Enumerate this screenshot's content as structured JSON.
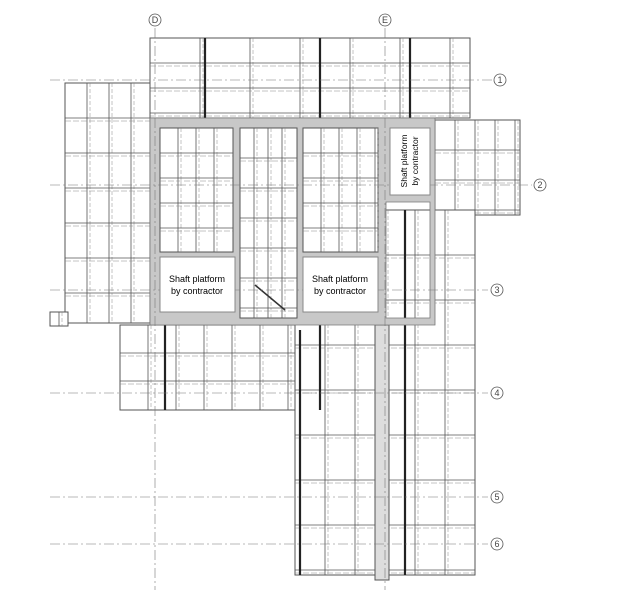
{
  "grid": {
    "columns": [
      {
        "label": "D"
      },
      {
        "label": "E"
      }
    ],
    "rows": [
      {
        "label": "1"
      },
      {
        "label": "2"
      },
      {
        "label": "3"
      },
      {
        "label": "4"
      },
      {
        "label": "5"
      },
      {
        "label": "6"
      }
    ]
  },
  "shafts": [
    {
      "line1": "Shaft platform",
      "line2": "by contractor"
    },
    {
      "line1": "Shaft platform",
      "line2": "by contractor"
    },
    {
      "line1": "Shaft platform",
      "line2": "by contractor"
    }
  ],
  "colors": {
    "wall": "#c8c8c8",
    "line": "#444444",
    "gridline": "#777777"
  }
}
